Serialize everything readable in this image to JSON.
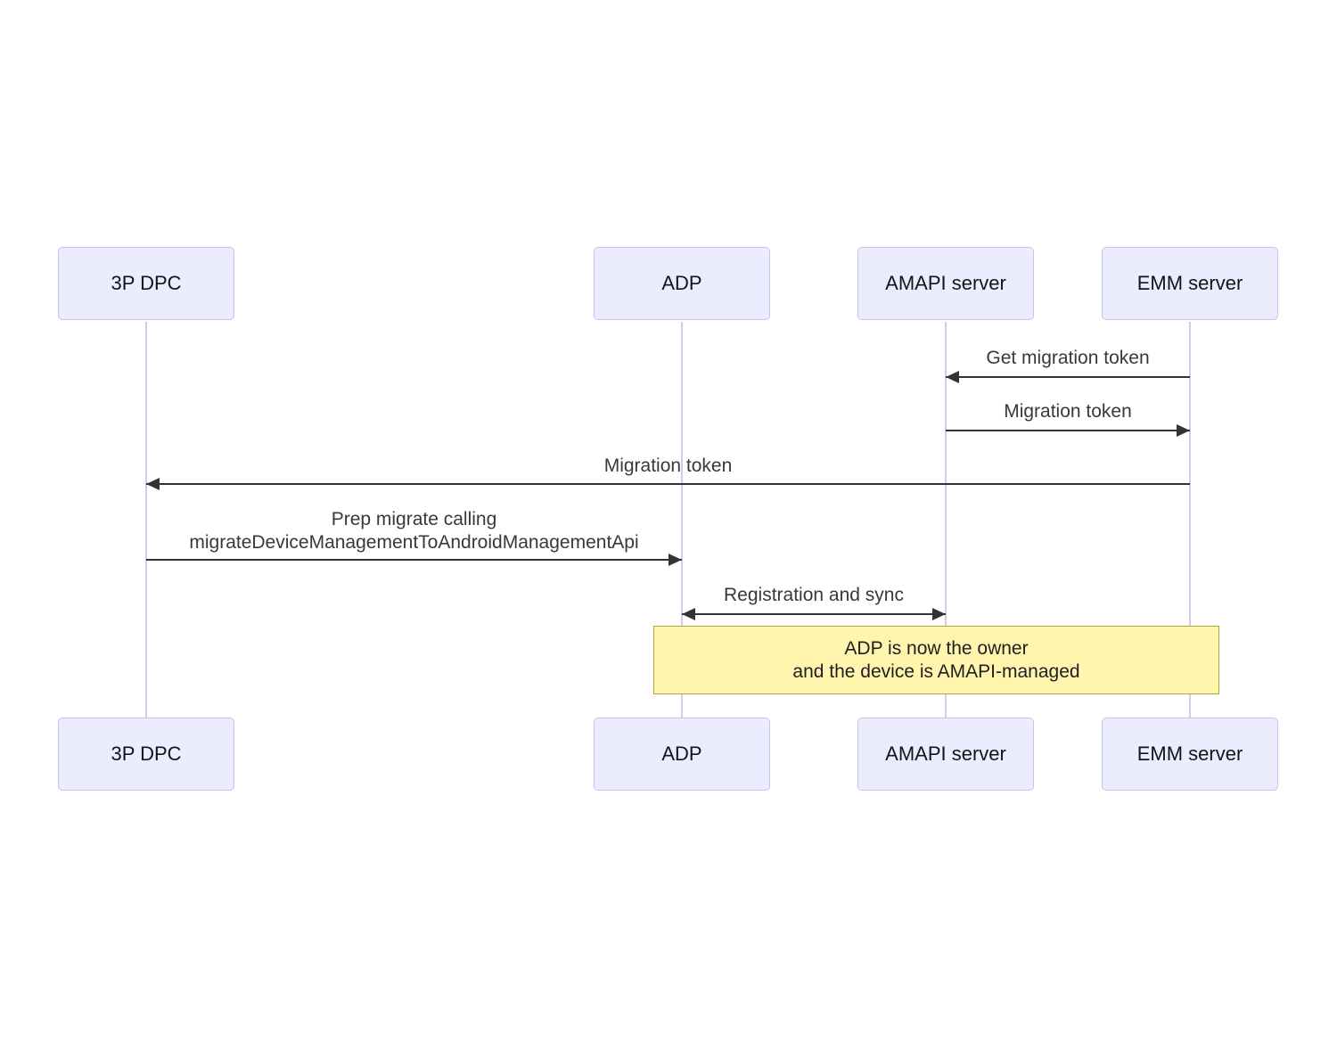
{
  "diagram": {
    "type": "sequence",
    "actors": [
      {
        "id": "3p-dpc",
        "label": "3P DPC"
      },
      {
        "id": "adp",
        "label": "ADP"
      },
      {
        "id": "amapi-server",
        "label": "AMAPI server"
      },
      {
        "id": "emm-server",
        "label": "EMM server"
      }
    ],
    "messages": [
      {
        "from": "EMM server",
        "to": "AMAPI server",
        "label": "Get migration token",
        "arrow": "left"
      },
      {
        "from": "AMAPI server",
        "to": "EMM server",
        "label": "Migration token",
        "arrow": "right"
      },
      {
        "from": "EMM server",
        "to": "3P DPC",
        "label": "Migration token",
        "arrow": "left"
      },
      {
        "from": "3P DPC",
        "to": "ADP",
        "label": "Prep migrate calling",
        "label2": "migrateDeviceManagementToAndroidManagementApi",
        "arrow": "right"
      },
      {
        "from": "ADP",
        "to": "AMAPI server",
        "label": "Registration and sync",
        "arrow": "both"
      }
    ],
    "note": {
      "over": [
        "ADP",
        "EMM server"
      ],
      "line1": "ADP is now the owner",
      "line2": "and the device is AMAPI-managed"
    },
    "colors": {
      "actor_fill": "#ECECFF",
      "actor_border": "#C8C2EC",
      "lifeline": "#D2CBEF",
      "message": "#333333",
      "note_fill": "#FFF5AD",
      "note_border": "#AAAA33"
    }
  }
}
